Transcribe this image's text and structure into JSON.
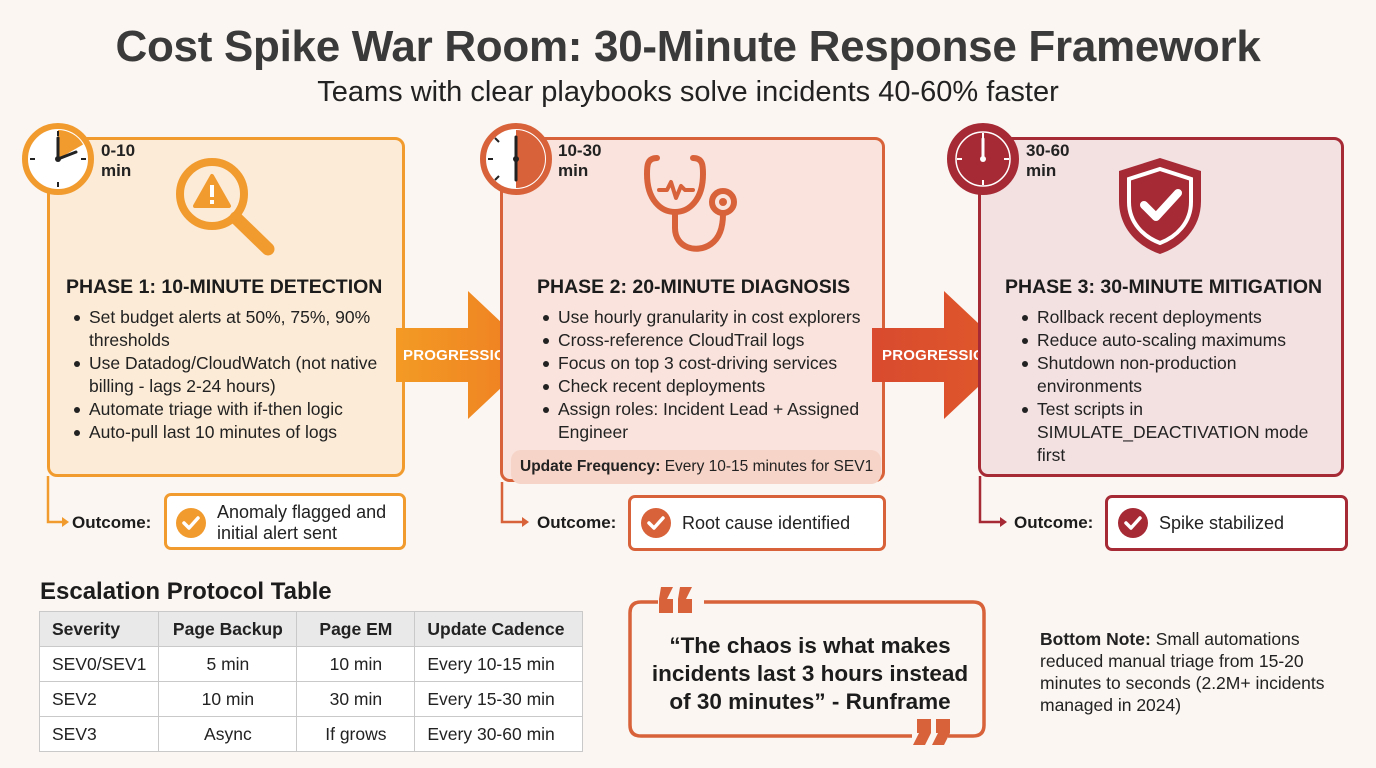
{
  "header": {
    "title": "Cost Spike War Room: 30-Minute Response Framework",
    "subtitle": "Teams with clear playbooks solve incidents 40-60% faster"
  },
  "colors": {
    "phase1": "#f19b2f",
    "phase2": "#d8623a",
    "phase3": "#a52a35",
    "background": "#fbf6f1"
  },
  "phases": [
    {
      "time_line1": "0-10",
      "time_line2": "min",
      "icon": "warning-magnifier-icon",
      "title": "PHASE 1: 10-MINUTE DETECTION",
      "bullets": [
        "Set budget alerts at 50%, 75%, 90% thresholds",
        "Use Datadog/CloudWatch (not native billing - lags 2-24 hours)",
        "Automate triage with if-then logic",
        "Auto-pull last 10 minutes of logs"
      ],
      "outcome_label": "Outcome:",
      "outcome_text": "Anomaly flagged and initial alert sent"
    },
    {
      "time_line1": "10-30",
      "time_line2": "min",
      "icon": "stethoscope-icon",
      "title": "PHASE 2: 20-MINUTE DIAGNOSIS",
      "bullets": [
        "Use hourly granularity in cost explorers",
        "Cross-reference CloudTrail logs",
        "Focus on top 3 cost-driving services",
        "Check recent deployments",
        "Assign roles: Incident Lead + Assigned Engineer"
      ],
      "update_label": "Update Frequency:",
      "update_text": "Every 10-15 minutes for SEV1",
      "outcome_label": "Outcome:",
      "outcome_text": "Root cause identified"
    },
    {
      "time_line1": "30-60",
      "time_line2": "min",
      "icon": "shield-check-icon",
      "title": "PHASE 3: 30-MINUTE MITIGATION",
      "bullets": [
        "Rollback recent deployments",
        "Reduce auto-scaling maximums",
        "Shutdown non-production environments",
        "Test scripts in SIMULATE_DEACTIVATION mode first"
      ],
      "outcome_label": "Outcome:",
      "outcome_text": "Spike stabilized"
    }
  ],
  "arrows": [
    "PROGRESSION",
    "PROGRESSION"
  ],
  "escalation": {
    "title": "Escalation Protocol Table",
    "headers": [
      "Severity",
      "Page Backup",
      "Page EM",
      "Update Cadence"
    ],
    "rows": [
      [
        "SEV0/SEV1",
        "5 min",
        "10 min",
        "Every 10-15 min"
      ],
      [
        "SEV2",
        "10 min",
        "30 min",
        "Every 15-30 min"
      ],
      [
        "SEV3",
        "Async",
        "If grows",
        "Every 30-60 min"
      ]
    ]
  },
  "quote": {
    "text": "“The chaos is what makes incidents last 3 hours instead of 30 minutes” - Runframe"
  },
  "note": {
    "label": "Bottom Note:",
    "text": "Small automations reduced manual triage from 15-20 minutes to seconds (2.2M+ incidents managed in 2024)"
  }
}
